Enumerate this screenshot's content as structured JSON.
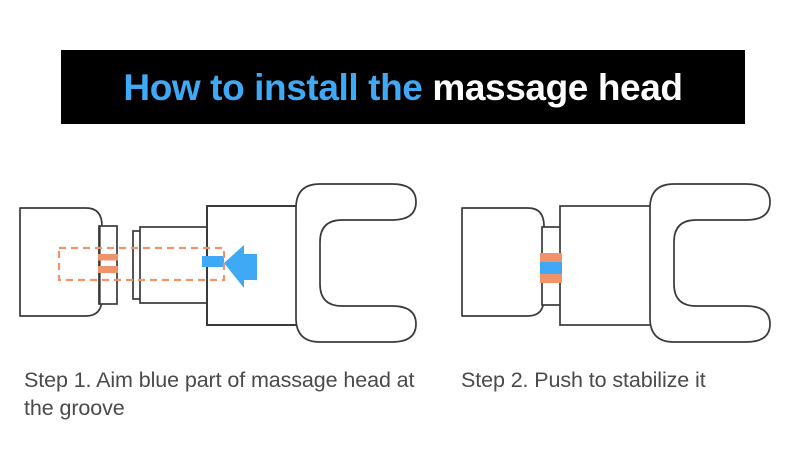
{
  "title": {
    "accent_text": "How to install the",
    "main_text": "massage head",
    "accent_color": "#3FA9F5",
    "main_color": "#FFFFFF",
    "banner_color": "#000000"
  },
  "colors": {
    "outline": "#3a3a3a",
    "orange": "#F0926A",
    "orange_dash": "#F0926A",
    "blue": "#3FA9F5",
    "caption_text": "#4A4A4A",
    "background": "#FFFFFF"
  },
  "steps": [
    {
      "id": "step-1",
      "number": "1",
      "caption": "Step 1. Aim blue part of massage head at the groove",
      "diagram": {
        "name": "massage-head-aligned-exploded",
        "parts": [
          "device-body",
          "device-collar",
          "groove-marks-orange",
          "massage-head-shaft",
          "massage-head-blue-tab",
          "massage-head-fork",
          "push-direction-arrow",
          "alignment-dashed-box"
        ],
        "arrow_direction": "left",
        "annotation": "dashed-alignment-box"
      }
    },
    {
      "id": "step-2",
      "number": "2",
      "caption": "Step 2. Push to stabilize it",
      "diagram": {
        "name": "massage-head-installed",
        "parts": [
          "device-body",
          "device-collar",
          "locked-band-orange-blue-orange",
          "massage-head-shaft",
          "massage-head-fork"
        ],
        "arrow_direction": "none",
        "annotation": "none"
      }
    }
  ]
}
